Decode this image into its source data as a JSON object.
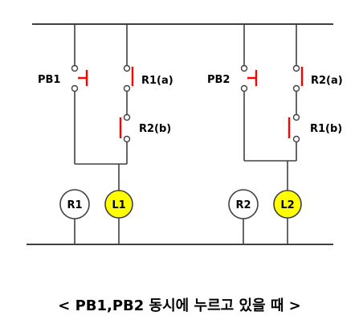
{
  "colors": {
    "wire": "#404040",
    "contact": "#ff0000",
    "relay_fill": "#ffffff",
    "lamp_fill": "#ffff00"
  },
  "circuits": [
    {
      "pushbutton": "PB1",
      "contact_a": "R1(a)",
      "contact_b": "R2(b)",
      "relay": "R1",
      "lamp": "L1"
    },
    {
      "pushbutton": "PB2",
      "contact_a": "R2(a)",
      "contact_b": "R1(b)",
      "relay": "R2",
      "lamp": "L2"
    }
  ],
  "caption": "< PB1,PB2 동시에 누르고 있을 때 >"
}
